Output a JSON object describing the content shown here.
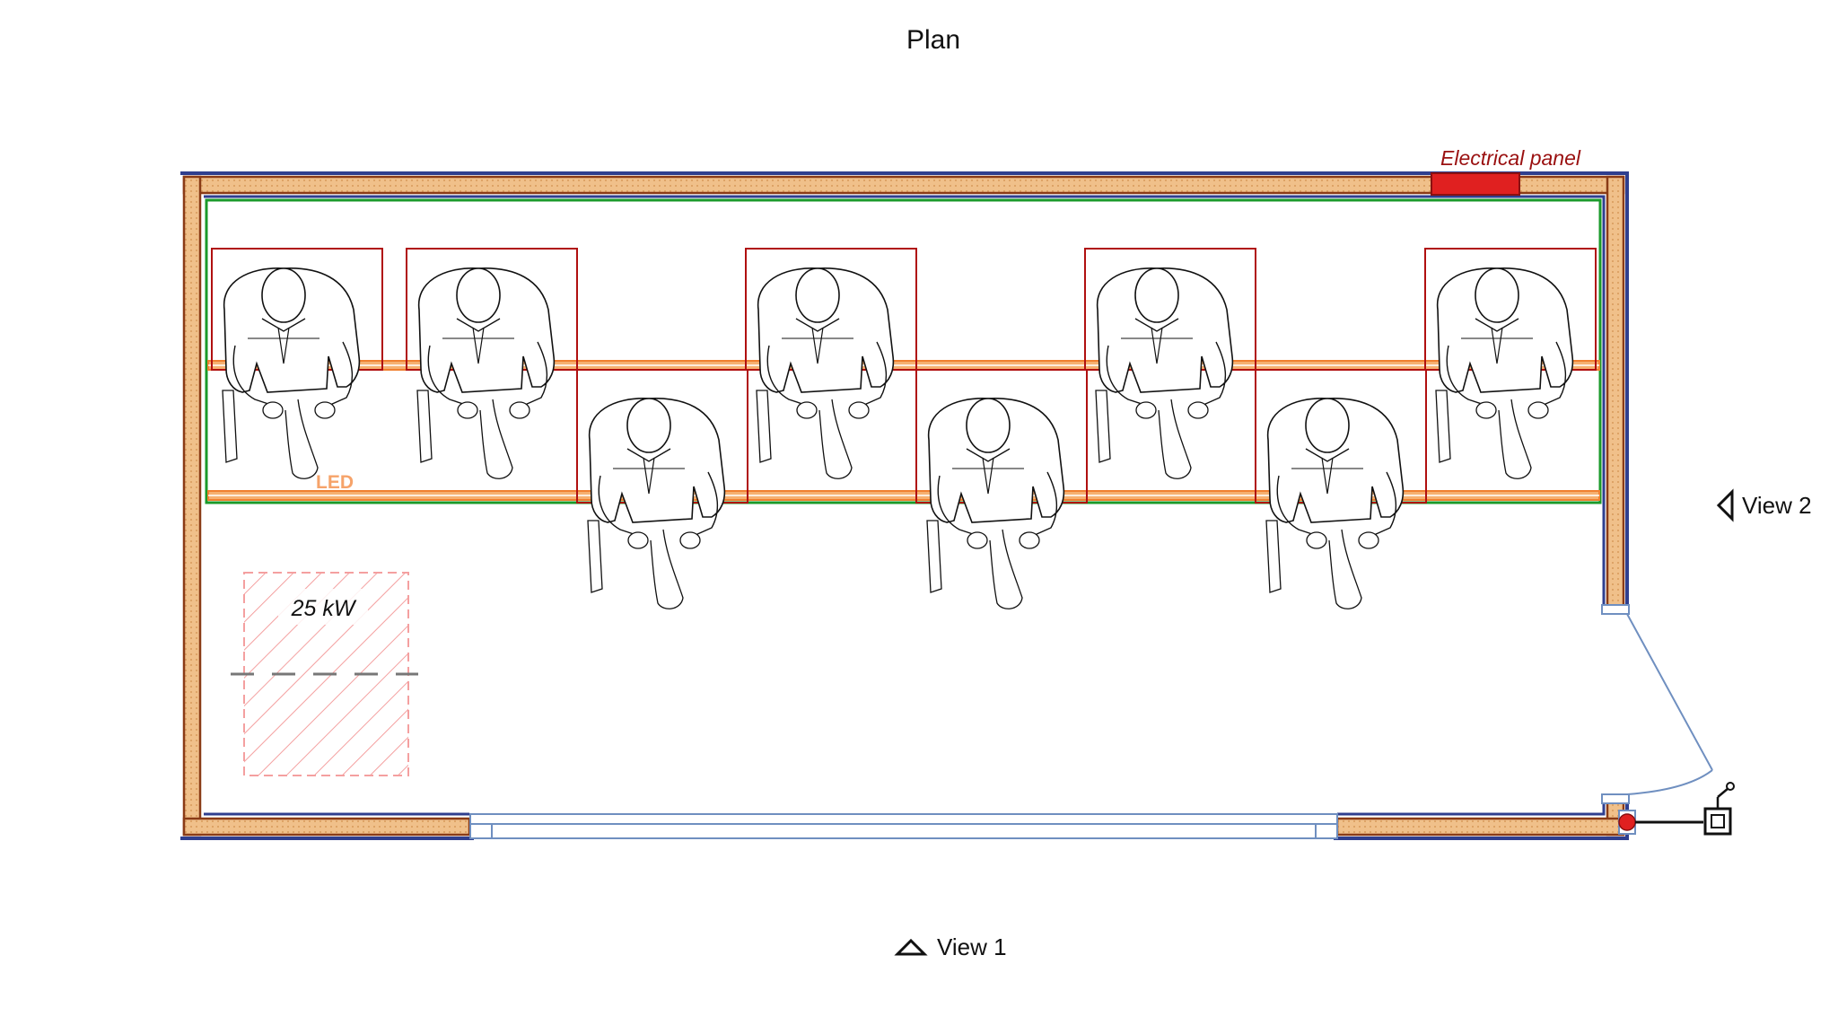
{
  "title": "Plan",
  "electrical_panel_label": "Electrical panel",
  "led_label": "LED",
  "heater_label": "25 kW",
  "view1_label": "View 1",
  "view2_label": "View 2",
  "colors": {
    "outer_wall": "#2f3f8f",
    "insulation": "#8a3b16",
    "insulation_fill": "#f0c08a",
    "inner_line": "#1a9a2a",
    "workstation": "#b01010",
    "led_strip": "#f08030",
    "panel": "#e02020",
    "heater": "#f4a0a0",
    "glazing": "#6f8fc0"
  },
  "icons": [
    "person-seated-icon",
    "view-marker-triangle-icon",
    "switch-icon",
    "door-swing-icon"
  ]
}
